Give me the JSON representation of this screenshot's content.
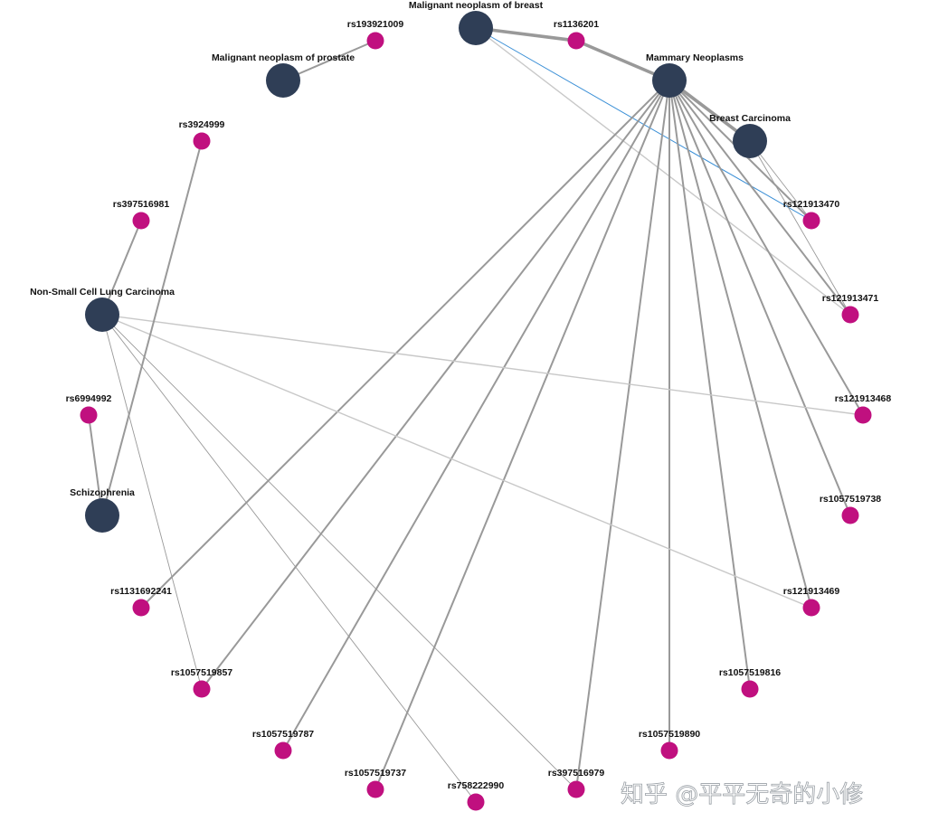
{
  "colors": {
    "disease": "#2f3e56",
    "snp": "#c0107f",
    "edge": "#999999",
    "edge_light": "#c8c8c8",
    "edge_highlight": "#3a8fd6",
    "label": "#111111"
  },
  "nodes": [
    {
      "id": "mnb",
      "label": "Malignant neoplasm of breast",
      "type": "disease"
    },
    {
      "id": "mn",
      "label": "Mammary Neoplasms",
      "type": "disease"
    },
    {
      "id": "bc",
      "label": "Breast Carcinoma",
      "type": "disease"
    },
    {
      "id": "mnp",
      "label": "Malignant neoplasm of prostate",
      "type": "disease"
    },
    {
      "id": "nsclc",
      "label": "Non-Small Cell Lung Carcinoma",
      "type": "disease"
    },
    {
      "id": "scz",
      "label": "Schizophrenia",
      "type": "disease"
    },
    {
      "id": "rs193921009",
      "label": "rs193921009",
      "type": "snp"
    },
    {
      "id": "rs1136201",
      "label": "rs1136201",
      "type": "snp"
    },
    {
      "id": "rs3924999",
      "label": "rs3924999",
      "type": "snp"
    },
    {
      "id": "rs397516981",
      "label": "rs397516981",
      "type": "snp"
    },
    {
      "id": "rs6994992",
      "label": "rs6994992",
      "type": "snp"
    },
    {
      "id": "rs121913470",
      "label": "rs121913470",
      "type": "snp"
    },
    {
      "id": "rs121913471",
      "label": "rs121913471",
      "type": "snp"
    },
    {
      "id": "rs121913468",
      "label": "rs121913468",
      "type": "snp"
    },
    {
      "id": "rs1057519738",
      "label": "rs1057519738",
      "type": "snp"
    },
    {
      "id": "rs121913469",
      "label": "rs121913469",
      "type": "snp"
    },
    {
      "id": "rs1057519816",
      "label": "rs1057519816",
      "type": "snp"
    },
    {
      "id": "rs1057519890",
      "label": "rs1057519890",
      "type": "snp"
    },
    {
      "id": "rs397516979",
      "label": "rs397516979",
      "type": "snp"
    },
    {
      "id": "rs758222990",
      "label": "rs758222990",
      "type": "snp"
    },
    {
      "id": "rs1057519737",
      "label": "rs1057519737",
      "type": "snp"
    },
    {
      "id": "rs1057519787",
      "label": "rs1057519787",
      "type": "snp"
    },
    {
      "id": "rs1057519857",
      "label": "rs1057519857",
      "type": "snp"
    },
    {
      "id": "rs1131692241",
      "label": "rs1131692241",
      "type": "snp"
    }
  ],
  "edges": [
    {
      "source": "mnb",
      "target": "rs1136201",
      "weight": "heavy"
    },
    {
      "source": "rs1136201",
      "target": "mn",
      "weight": "heavy"
    },
    {
      "source": "mnb",
      "target": "rs121913470",
      "weight": "highlight"
    },
    {
      "source": "mnb",
      "target": "rs121913471",
      "weight": "light"
    },
    {
      "source": "mnp",
      "target": "rs193921009",
      "weight": "medium"
    },
    {
      "source": "mn",
      "target": "bc",
      "weight": "heavy"
    },
    {
      "source": "mn",
      "target": "rs121913470",
      "weight": "medium"
    },
    {
      "source": "mn",
      "target": "rs121913471",
      "weight": "medium"
    },
    {
      "source": "mn",
      "target": "rs121913468",
      "weight": "medium"
    },
    {
      "source": "mn",
      "target": "rs1057519738",
      "weight": "medium"
    },
    {
      "source": "mn",
      "target": "rs121913469",
      "weight": "medium"
    },
    {
      "source": "mn",
      "target": "rs1057519816",
      "weight": "medium"
    },
    {
      "source": "mn",
      "target": "rs1057519890",
      "weight": "medium"
    },
    {
      "source": "mn",
      "target": "rs397516979",
      "weight": "medium"
    },
    {
      "source": "mn",
      "target": "rs1057519737",
      "weight": "medium"
    },
    {
      "source": "mn",
      "target": "rs1057519787",
      "weight": "medium"
    },
    {
      "source": "mn",
      "target": "rs1057519857",
      "weight": "medium"
    },
    {
      "source": "mn",
      "target": "rs1131692241",
      "weight": "medium"
    },
    {
      "source": "bc",
      "target": "rs121913470",
      "weight": "thin"
    },
    {
      "source": "bc",
      "target": "rs121913471",
      "weight": "thin"
    },
    {
      "source": "nsclc",
      "target": "rs397516981",
      "weight": "medium"
    },
    {
      "source": "nsclc",
      "target": "rs121913468",
      "weight": "light"
    },
    {
      "source": "nsclc",
      "target": "rs121913469",
      "weight": "light"
    },
    {
      "source": "nsclc",
      "target": "rs397516979",
      "weight": "thin"
    },
    {
      "source": "nsclc",
      "target": "rs758222990",
      "weight": "thin"
    },
    {
      "source": "nsclc",
      "target": "rs1057519857",
      "weight": "thin"
    },
    {
      "source": "scz",
      "target": "rs3924999",
      "weight": "medium"
    },
    {
      "source": "scz",
      "target": "rs6994992",
      "weight": "medium"
    }
  ],
  "watermark": "知乎 @平平无奇的小修"
}
